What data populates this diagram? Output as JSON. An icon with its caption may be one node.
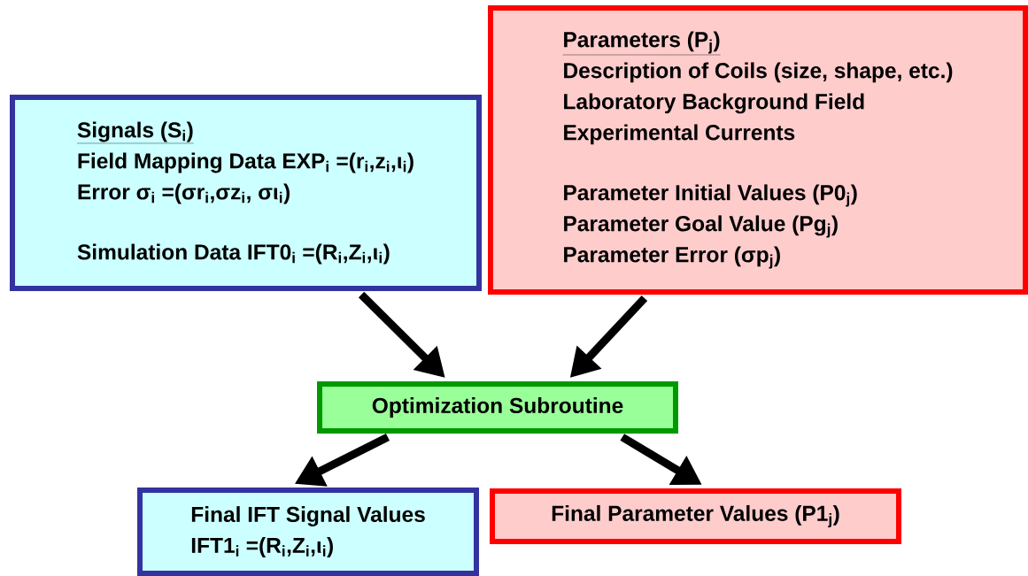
{
  "diagram": {
    "nodes": [
      {
        "text": [
          "Signals (S$_{i}$)",
          "Field Mapping Data EXP$_{i}$ =(r$_{i}$,z$_{i}$,ι$_{i}$)",
          "Error σ$_{i}$ =(σr$_{i}$,σz$_{i}$, σι$_{i}$)",
          "Simulation Data IFT0$_{i}$ =(R$_{i}$,Z$_{i}$,ι$_{i}$)"
        ]
      },
      {
        "text": [
          "Parameters (P$_{j}$)",
          "Description of Coils (size, shape, etc.)",
          "Laboratory Background Field",
          "Experimental Currents",
          "Parameter Initial Values (P0$_{j}$)",
          "Parameter Goal Value (Pg$_{j}$)",
          "Parameter Error (σp$_{j}$)"
        ]
      },
      {
        "text": [
          "Optimization Subroutine"
        ]
      },
      {
        "text": [
          "Final IFT Signal Values",
          "IFT1$_{i}$ =(R$_{i}$,Z$_{i}$,ι$_{i}$)"
        ]
      },
      {
        "text": [
          "Final Parameter Values (P1$_{j}$)"
        ]
      }
    ],
    "edges": [
      {
        "from": 0,
        "to": 2,
        "arrow": "to"
      },
      {
        "from": 1,
        "to": 2,
        "arrow": "to"
      },
      {
        "from": 2,
        "to": 3,
        "arrow": "to"
      },
      {
        "from": 2,
        "to": 4,
        "arrow": "to"
      }
    ]
  }
}
